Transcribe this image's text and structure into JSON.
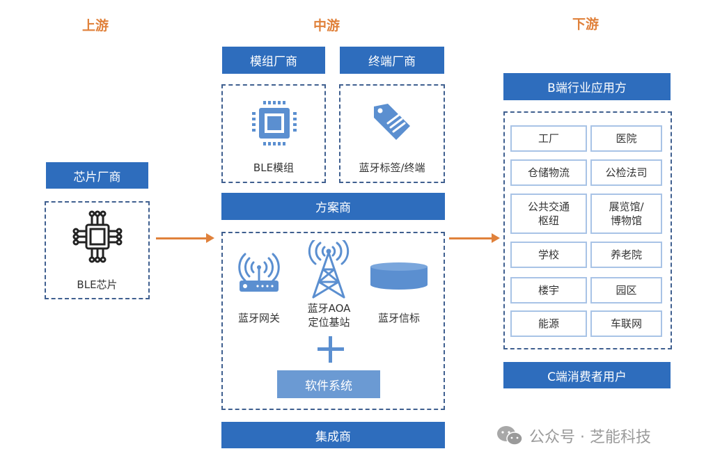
{
  "stages": {
    "upstream": "上游",
    "midstream": "中游",
    "downstream": "下游"
  },
  "upstream": {
    "header": "芯片厂商",
    "item": {
      "label": "BLE芯片",
      "icon": "cpu-chip-icon"
    }
  },
  "midstream": {
    "module_vendor": {
      "header": "模组厂商",
      "item": {
        "label": "BLE模组",
        "icon": "module-chip-icon"
      }
    },
    "terminal_vendor": {
      "header": "终端厂商",
      "item": {
        "label": "蓝牙标签/终端",
        "icon": "tag-icon"
      }
    },
    "solution_provider": "方案商",
    "devices": [
      {
        "label": "蓝牙网关",
        "icon": "router-icon"
      },
      {
        "label": "蓝牙AOA\n定位基站",
        "label_line1": "蓝牙AOA",
        "label_line2": "定位基站",
        "icon": "antenna-tower-icon"
      },
      {
        "label": "蓝牙信标",
        "icon": "beacon-icon"
      }
    ],
    "plus": "+",
    "software": "软件系统",
    "integrator": "集成商"
  },
  "downstream": {
    "b_header": "B端行业应用方",
    "industries": [
      [
        "工厂",
        "医院"
      ],
      [
        "仓储物流",
        "公检法司"
      ],
      [
        "公共交通\n枢纽",
        "展览馆/\n博物馆"
      ],
      [
        "学校",
        "养老院"
      ],
      [
        "楼宇",
        "园区"
      ],
      [
        "能源",
        "车联网"
      ]
    ],
    "c_header": "C端消费者用户"
  },
  "watermark": {
    "text": "公众号 · 芝能科技",
    "icon": "wechat-icon"
  },
  "colors": {
    "accent": "#e0813b",
    "header_blue": "#2e6dbd",
    "icon_blue": "#5b8fd0",
    "dash": "#3f5f8f"
  }
}
